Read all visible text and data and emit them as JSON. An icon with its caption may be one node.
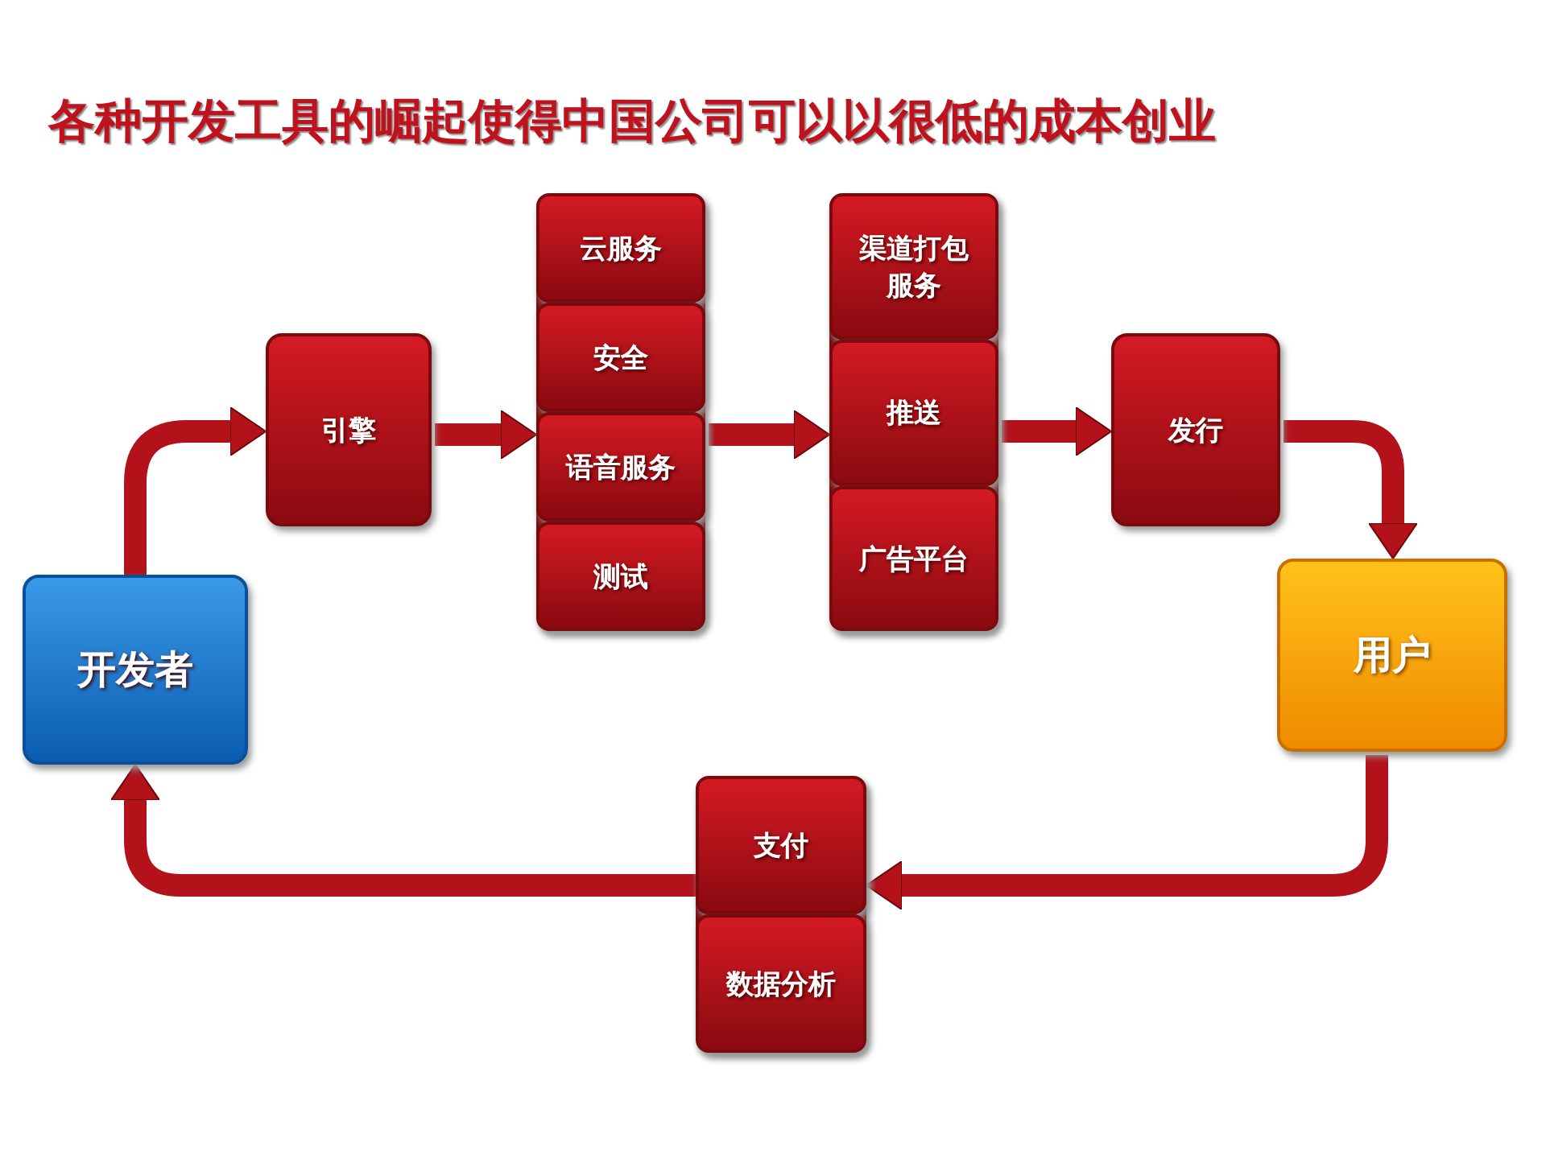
{
  "diagram": {
    "title": "各种开发工具的崛起使得中国公司可以以很低的成本创业",
    "nodes": [
      {
        "text": [
          "开发者"
        ]
      },
      {
        "text": [
          "引擎"
        ]
      },
      {
        "text": [],
        "shape": "box"
      },
      {
        "text": [
          "云服务"
        ],
        "in": 2
      },
      {
        "text": [
          "安全"
        ],
        "in": 2
      },
      {
        "text": [
          "语音服务"
        ],
        "in": 2
      },
      {
        "text": [
          "测试"
        ],
        "in": 2
      },
      {
        "text": [],
        "shape": "box"
      },
      {
        "text": [
          "渠道打包服务"
        ],
        "in": 7
      },
      {
        "text": [
          "推送"
        ],
        "in": 7
      },
      {
        "text": [
          "广告平台"
        ],
        "in": 7
      },
      {
        "text": [
          "发行"
        ]
      },
      {
        "text": [
          "用户"
        ]
      },
      {
        "text": [],
        "shape": "box"
      },
      {
        "text": [
          "支付"
        ],
        "in": 13
      },
      {
        "text": [
          "数据分析"
        ],
        "in": 13
      }
    ],
    "edges": [
      {
        "from": 0,
        "to": 1,
        "arrow": "to"
      },
      {
        "from": 1,
        "to": 2,
        "arrow": "to"
      },
      {
        "from": 2,
        "to": 7,
        "arrow": "to"
      },
      {
        "from": 7,
        "to": 11,
        "arrow": "to"
      },
      {
        "from": 11,
        "to": 12,
        "arrow": "to"
      },
      {
        "from": 12,
        "to": 13,
        "arrow": "to"
      },
      {
        "from": 13,
        "to": 0,
        "arrow": "to"
      }
    ]
  }
}
